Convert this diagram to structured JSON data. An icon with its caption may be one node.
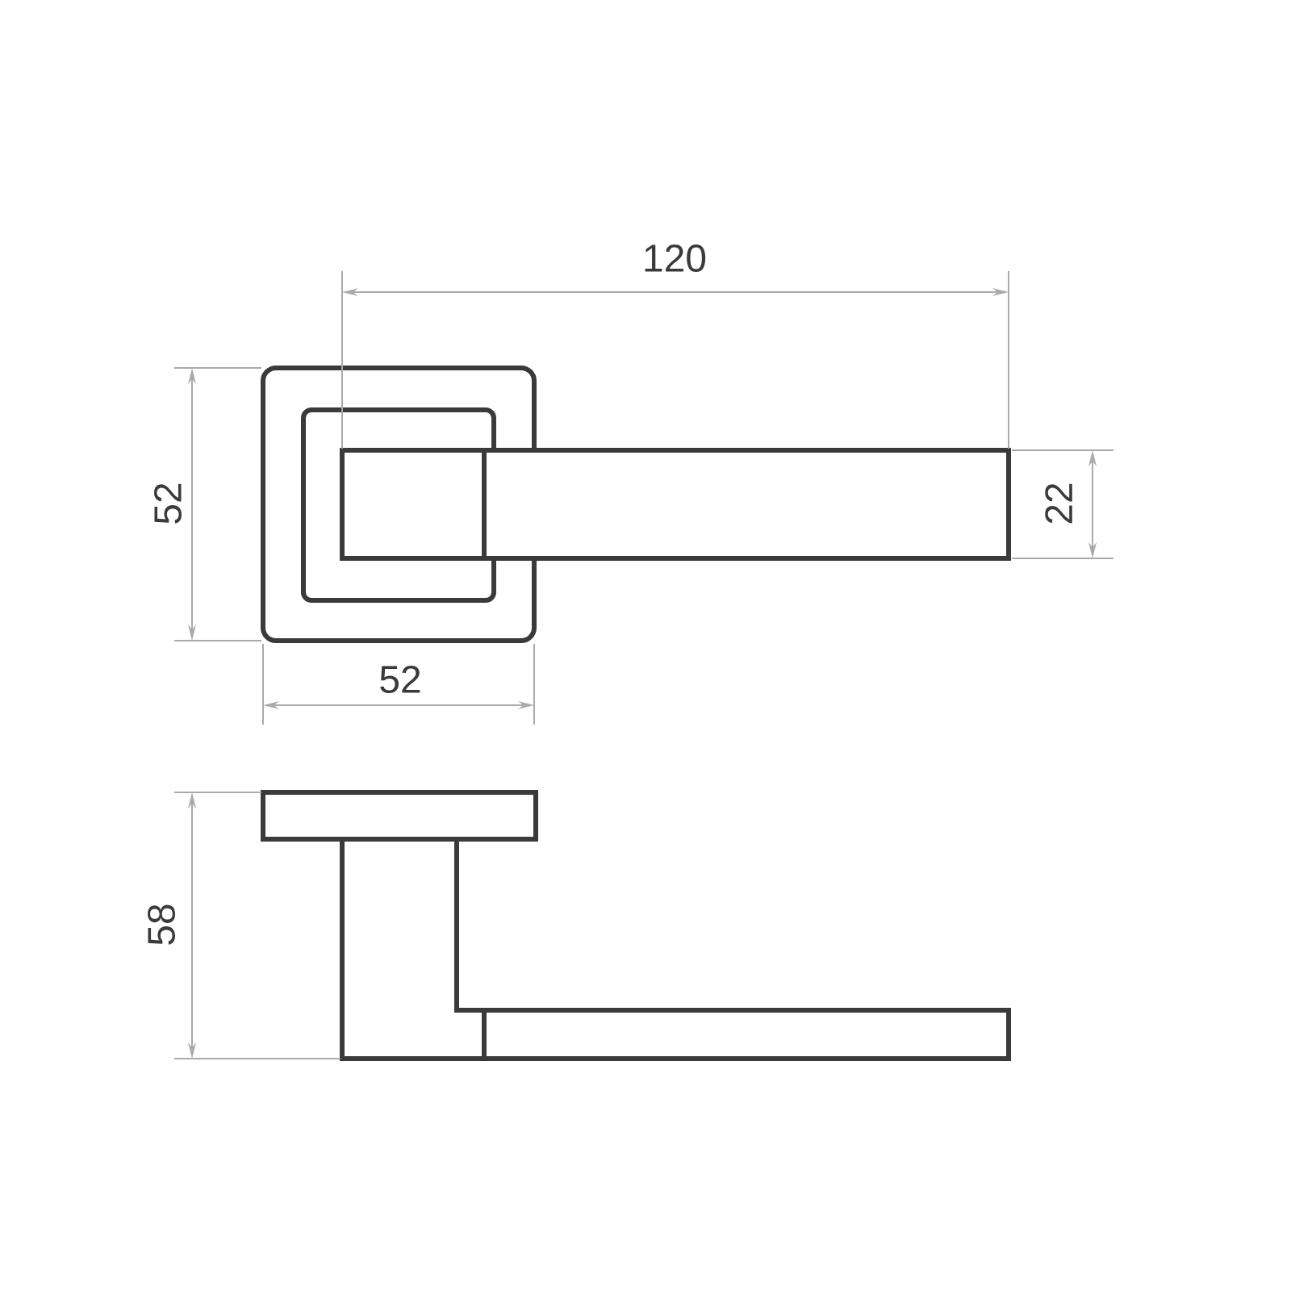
{
  "diagram": {
    "labels": [
      "120",
      "52",
      "22",
      "52",
      "58"
    ]
  }
}
